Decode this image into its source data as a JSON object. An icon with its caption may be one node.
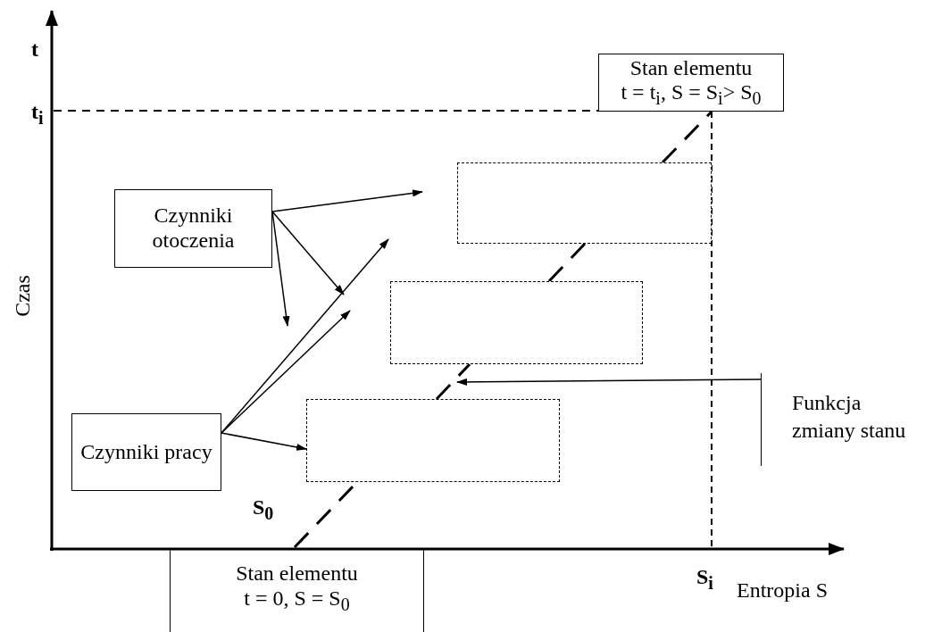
{
  "diagram": {
    "nodes": [
      {
        "text": [
          "Czynniki otoczenia"
        ]
      },
      {
        "text": [
          "Czynniki pracy"
        ]
      },
      {
        "text": [
          "Stan elementu",
          "t = t$_{i}$, S = S$_{i}$> S$_{0}$"
        ]
      },
      {
        "text": [
          "Stan elementu",
          "t = 0, S = S$_{0}$"
        ]
      },
      {
        "text": [
          "Funkcja zmiany stanu"
        ]
      },
      {
        "text": [],
        "shape": "box"
      },
      {
        "text": [],
        "shape": "box"
      },
      {
        "text": [],
        "shape": "box"
      }
    ],
    "edges": [
      {
        "from": 0,
        "to": null,
        "arrow": "to"
      },
      {
        "from": 0,
        "to": null,
        "arrow": "to"
      },
      {
        "from": 0,
        "to": null,
        "arrow": "to"
      },
      {
        "from": 1,
        "to": null,
        "arrow": "to"
      },
      {
        "from": 1,
        "to": null,
        "arrow": "to"
      },
      {
        "from": 1,
        "to": 7,
        "arrow": "to"
      },
      {
        "from": 4,
        "to": 6,
        "arrow": "to"
      },
      {
        "from": 3,
        "to": 7,
        "arrow": "none",
        "style": "dashed"
      },
      {
        "from": 7,
        "to": 6,
        "arrow": "none",
        "style": "dashed"
      },
      {
        "from": 6,
        "to": 5,
        "arrow": "none",
        "style": "dashed"
      },
      {
        "from": 5,
        "to": 2,
        "arrow": "none",
        "style": "dashed"
      }
    ],
    "labels": [
      "t",
      "t$_{i}$",
      "Czas",
      "S$_{0}$",
      "S$_{i}$",
      "Entropia S"
    ]
  }
}
